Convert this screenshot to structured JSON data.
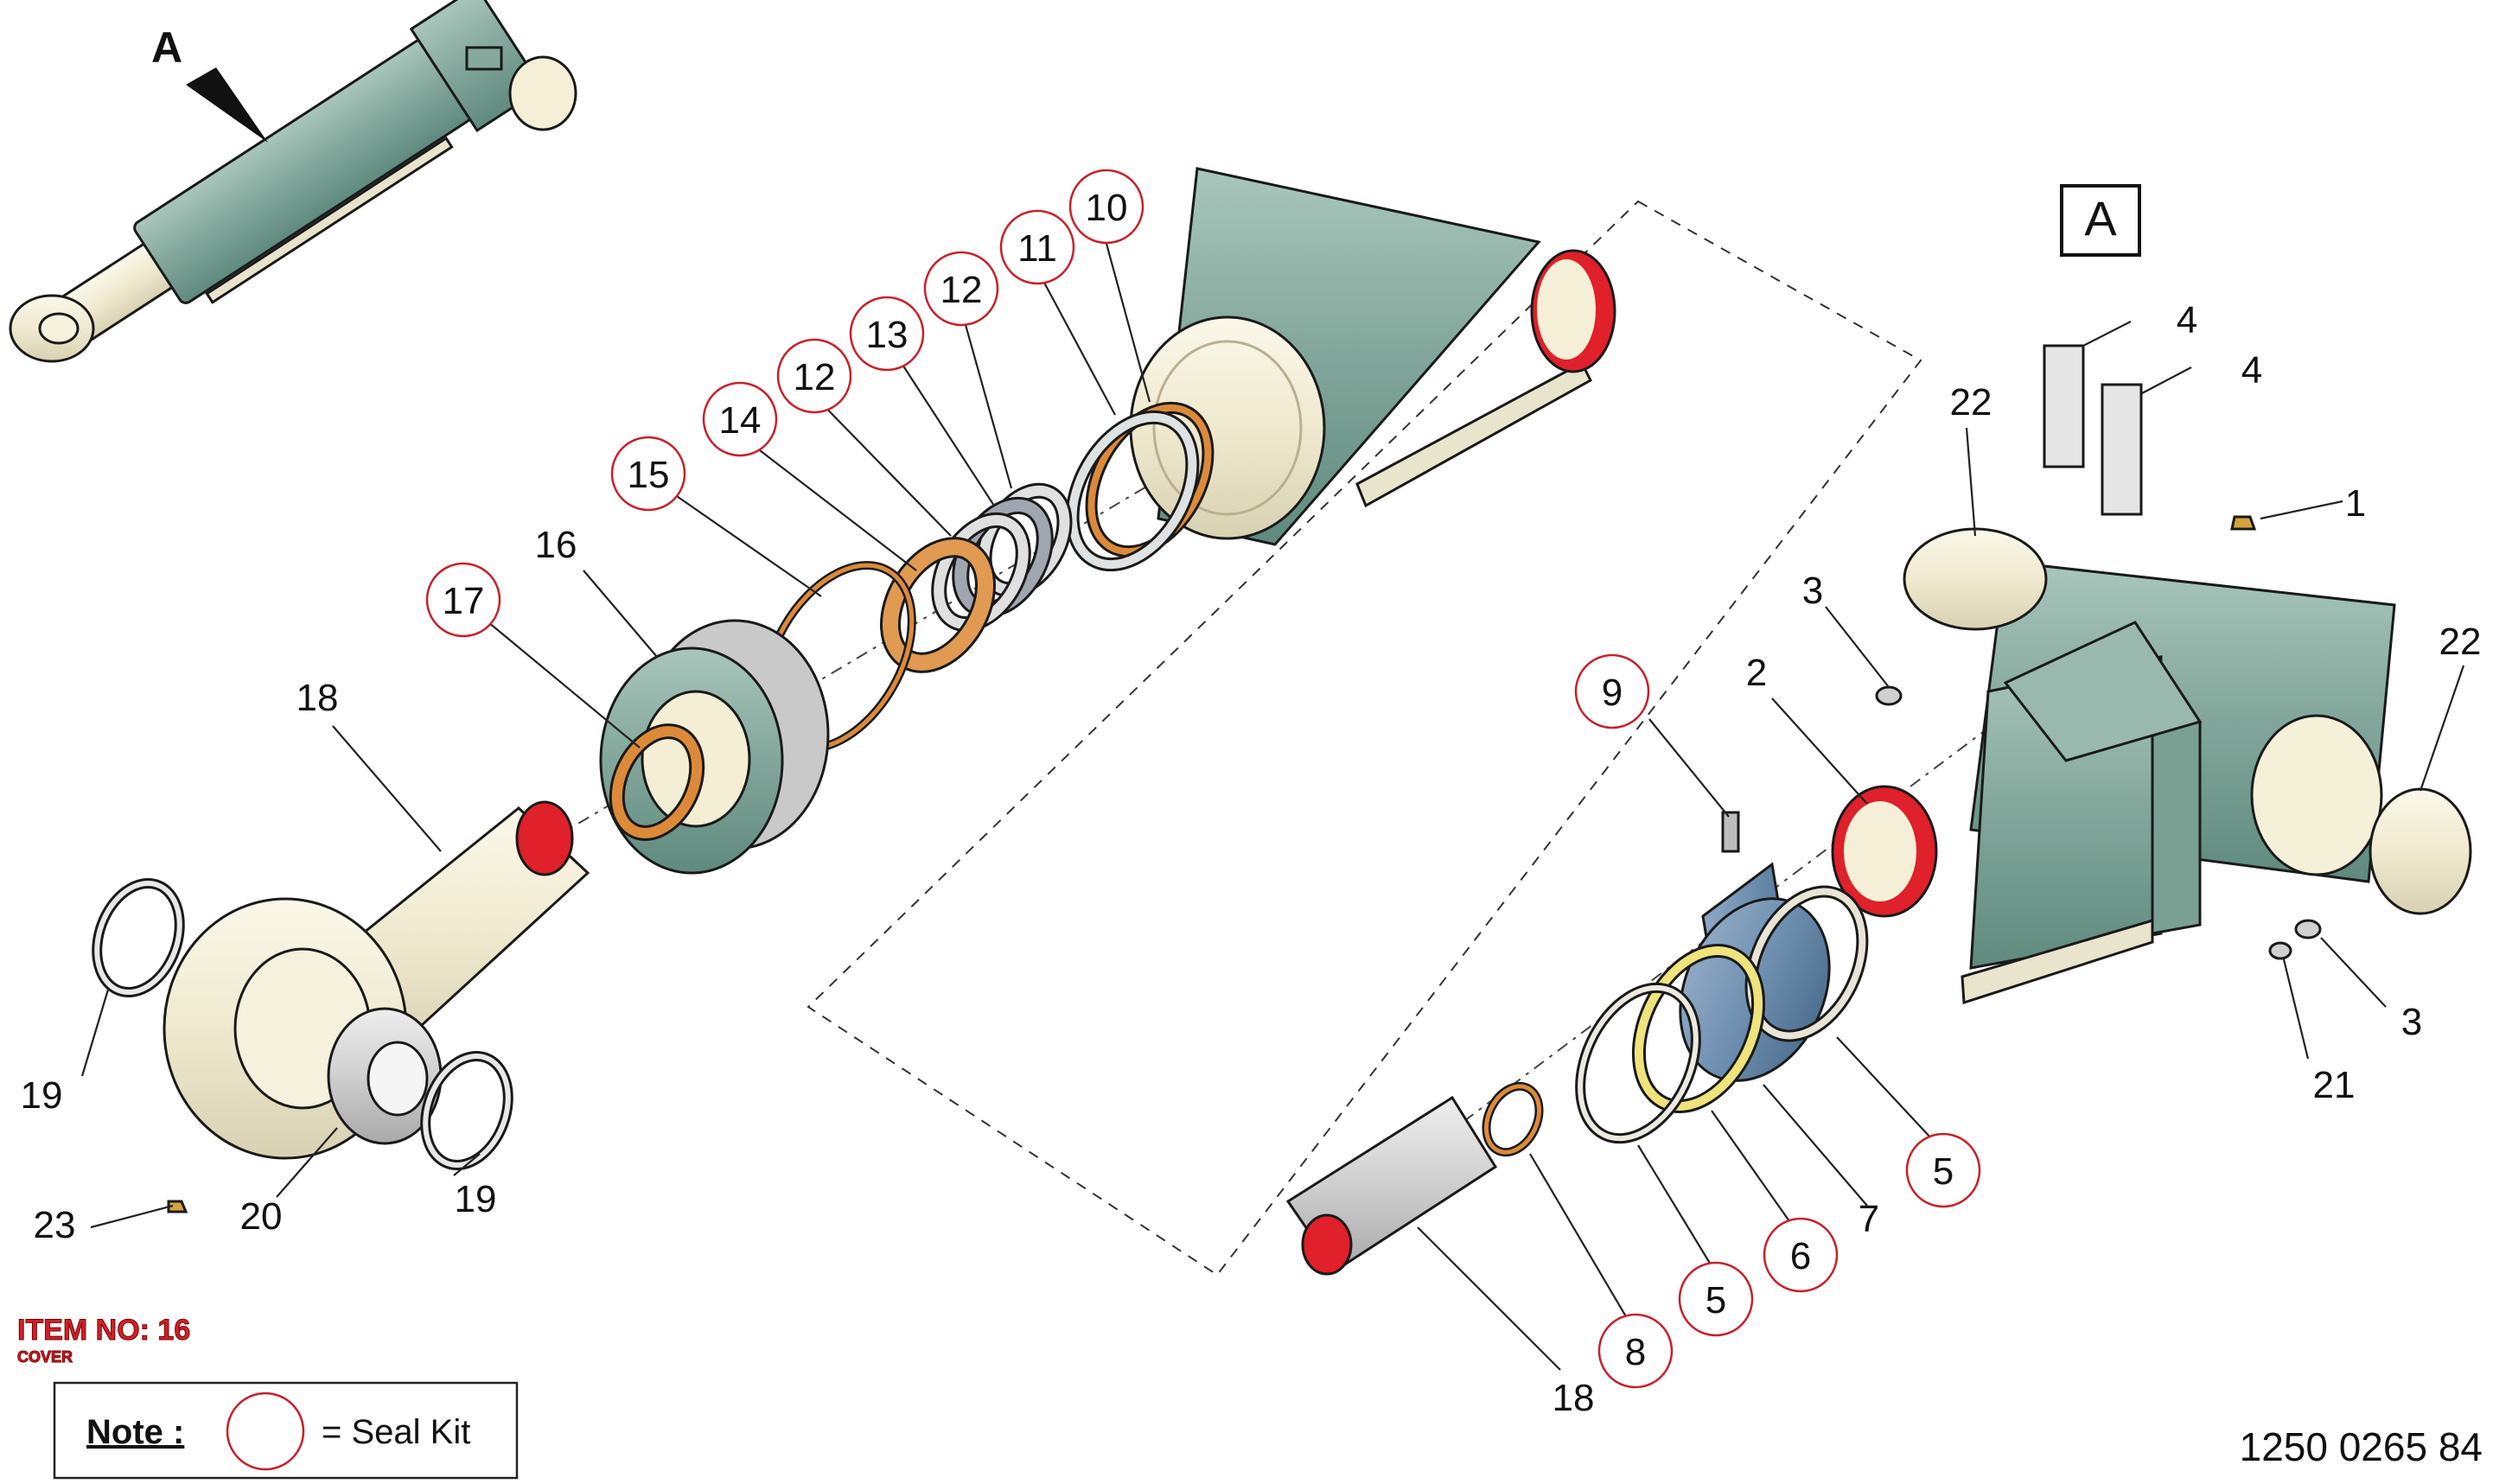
{
  "view_label": "A",
  "view_box_label": "A",
  "item": {
    "title": "ITEM NO: 16",
    "subtitle": "COVER"
  },
  "note": {
    "label": "Note :",
    "text": "= Seal Kit"
  },
  "doc_number": "1250 0265 84",
  "colors": {
    "body": "#86a99e",
    "cream": "#f4efd6",
    "red": "#e0202a",
    "copper": "#dc8a3a",
    "seal_ring": "#c8202a"
  },
  "callouts": [
    {
      "label": "10",
      "seal": true
    },
    {
      "label": "11",
      "seal": true
    },
    {
      "label": "12",
      "seal": true
    },
    {
      "label": "13",
      "seal": true
    },
    {
      "label": "12",
      "seal": true
    },
    {
      "label": "14",
      "seal": true
    },
    {
      "label": "15",
      "seal": true
    },
    {
      "label": "16",
      "seal": false
    },
    {
      "label": "17",
      "seal": true
    },
    {
      "label": "18",
      "seal": false
    },
    {
      "label": "19",
      "seal": false
    },
    {
      "label": "19",
      "seal": false
    },
    {
      "label": "20",
      "seal": false
    },
    {
      "label": "23",
      "seal": false
    },
    {
      "label": "4",
      "seal": false
    },
    {
      "label": "4",
      "seal": false
    },
    {
      "label": "22",
      "seal": false
    },
    {
      "label": "1",
      "seal": false
    },
    {
      "label": "3",
      "seal": false
    },
    {
      "label": "22",
      "seal": false
    },
    {
      "label": "9",
      "seal": true
    },
    {
      "label": "2",
      "seal": false
    },
    {
      "label": "3",
      "seal": false
    },
    {
      "label": "21",
      "seal": false
    },
    {
      "label": "5",
      "seal": true
    },
    {
      "label": "7",
      "seal": false
    },
    {
      "label": "6",
      "seal": true
    },
    {
      "label": "5",
      "seal": true
    },
    {
      "label": "8",
      "seal": true
    },
    {
      "label": "18",
      "seal": false
    }
  ]
}
